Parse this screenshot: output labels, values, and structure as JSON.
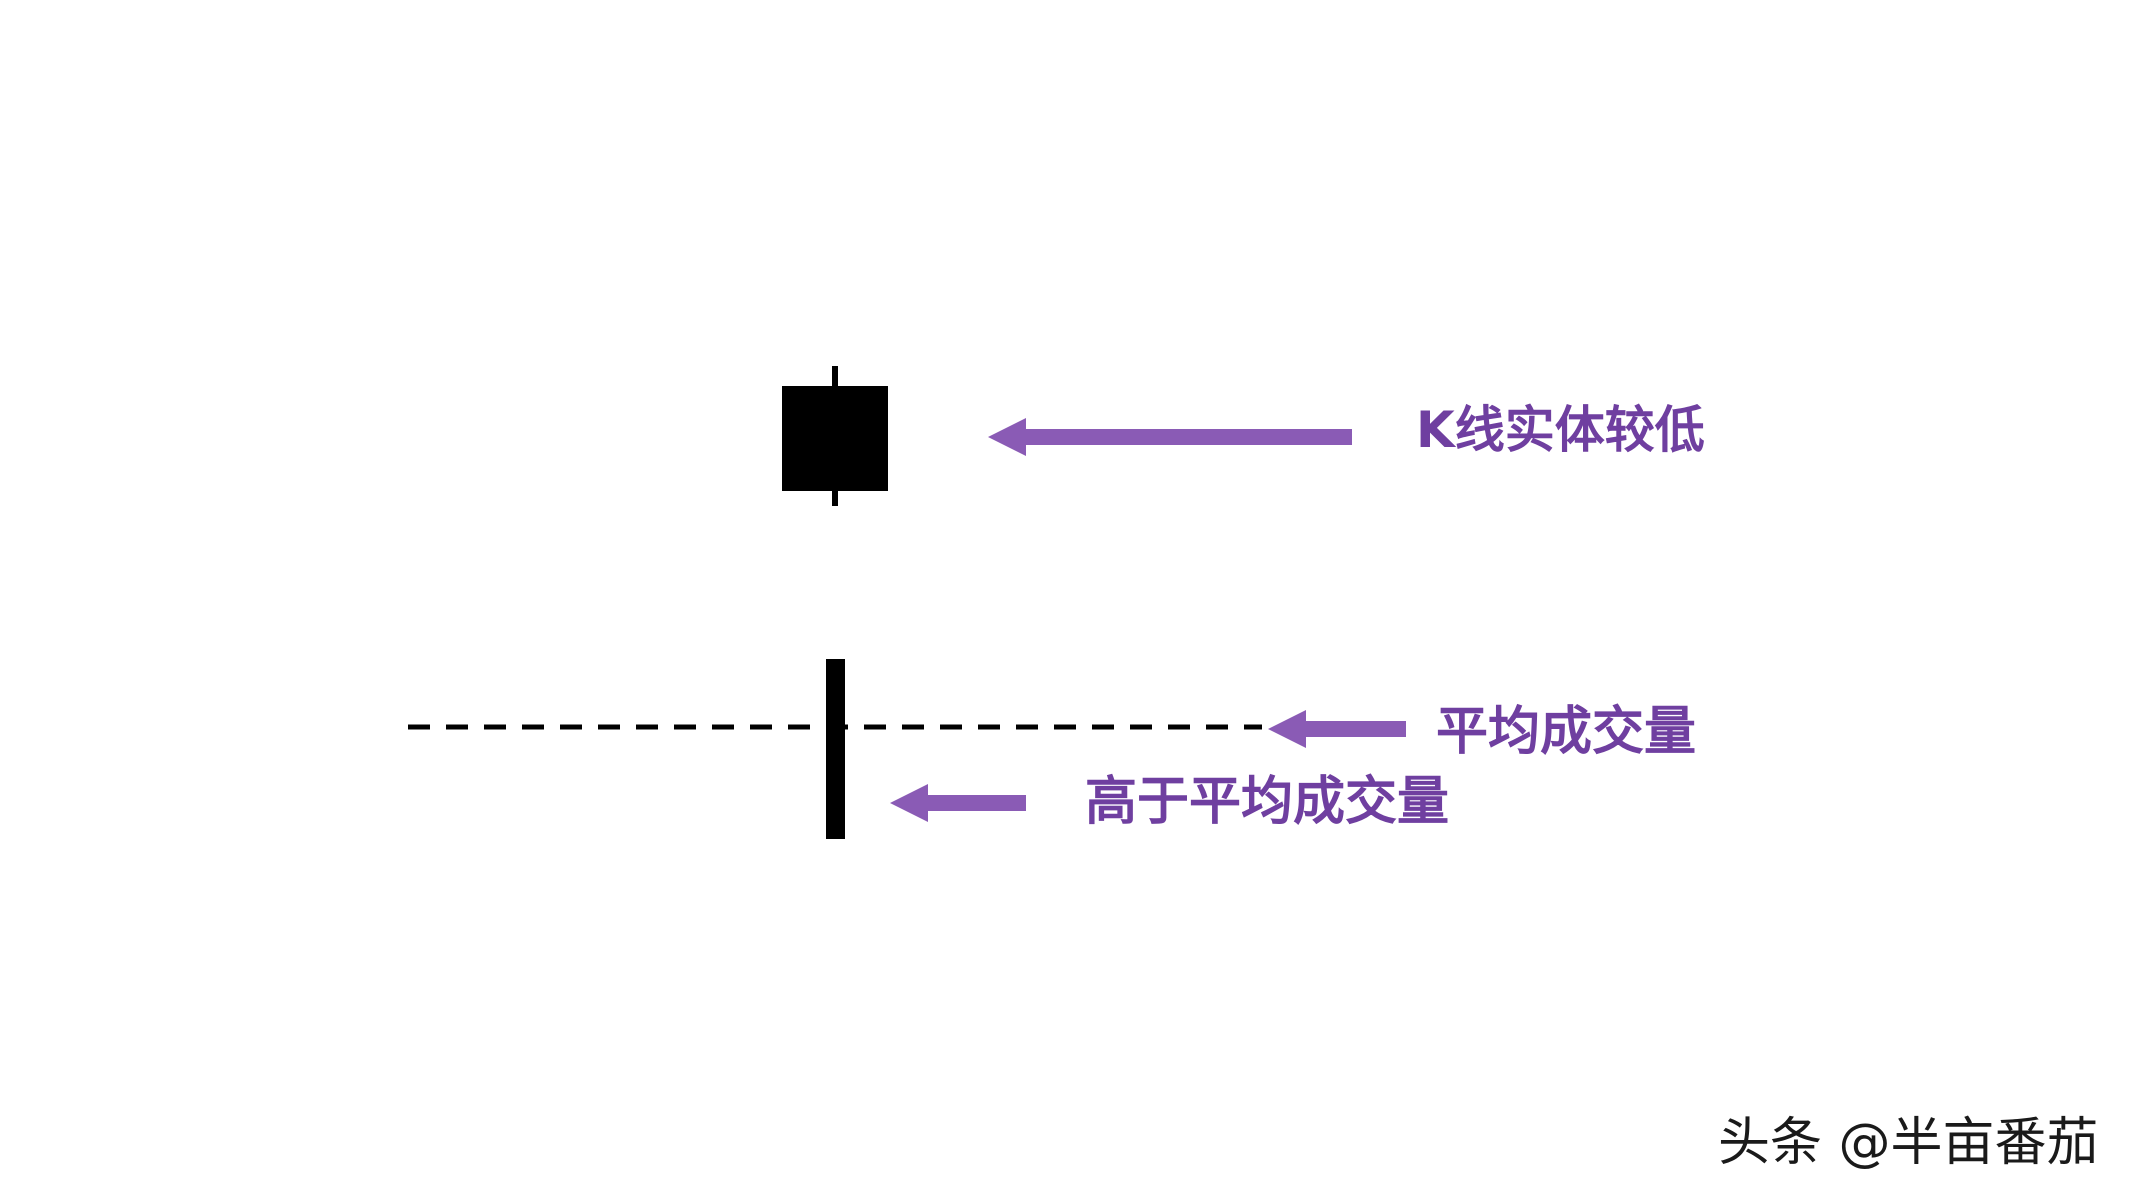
{
  "labels": {
    "candle_body": "K线实体较低",
    "average_volume": "平均成交量",
    "volume_above_average": "高于平均成交量"
  },
  "watermark": "头条 @半亩番茄",
  "colors": {
    "arrow": "#8a5bb5",
    "label_text": "#6f3fa0",
    "candle": "#000000",
    "volume_bar": "#000000",
    "average_line": "#000000",
    "background": "#ffffff"
  }
}
